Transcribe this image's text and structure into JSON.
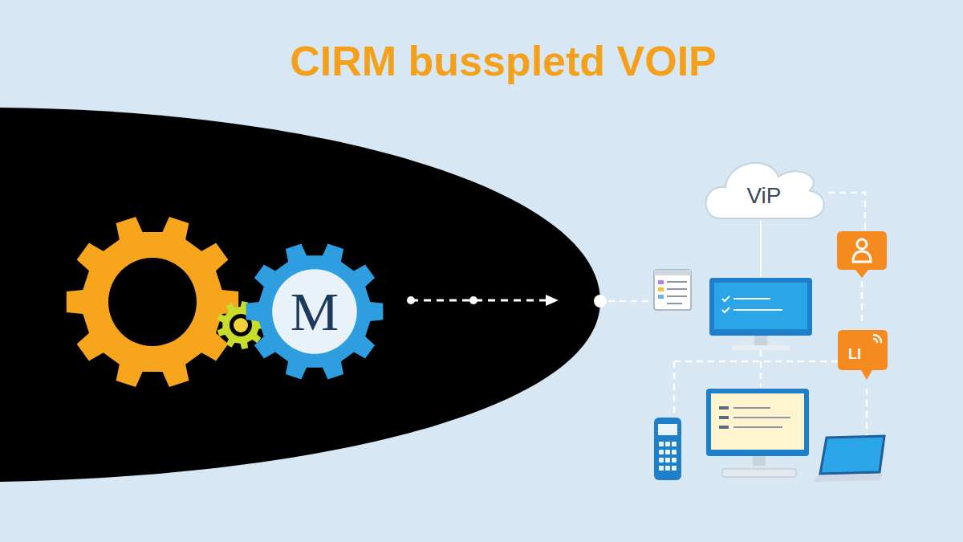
{
  "diagram": {
    "title": "CIRM busspletd VOIP",
    "nodes": [
      {
        "text": [
          "ViP"
        ]
      },
      {
        "text": [
          "M"
        ]
      },
      {
        "text": [
          "LI"
        ]
      }
    ]
  }
}
